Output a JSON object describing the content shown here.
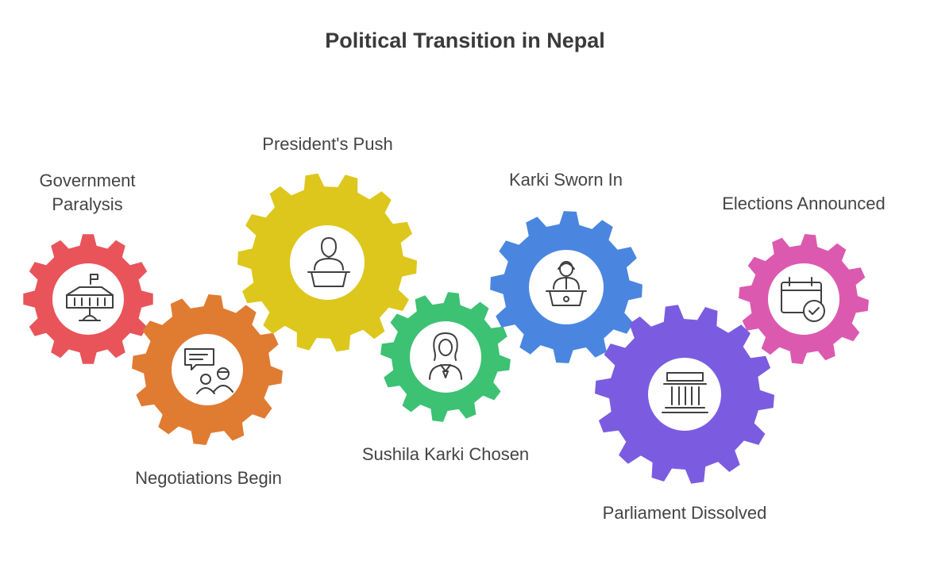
{
  "title": "Political Transition in Nepal",
  "steps": [
    {
      "label_lines": [
        "Government",
        "Paralysis"
      ],
      "color": "#E8545A",
      "icon": "government-building-icon"
    },
    {
      "label_lines": [
        "Negotiations Begin"
      ],
      "color": "#E07B32",
      "icon": "negotiation-chat-icon"
    },
    {
      "label_lines": [
        "President's Push"
      ],
      "color": "#DDC71C",
      "icon": "podium-speaker-icon"
    },
    {
      "label_lines": [
        "Sushila Karki Chosen"
      ],
      "color": "#3DC173",
      "icon": "judge-icon"
    },
    {
      "label_lines": [
        "Karki Sworn In"
      ],
      "color": "#4A86E0",
      "icon": "woman-at-podium-icon"
    },
    {
      "label_lines": [
        "Parliament Dissolved"
      ],
      "color": "#7B5CE0",
      "icon": "parliament-building-icon"
    },
    {
      "label_lines": [
        "Elections Announced"
      ],
      "color": "#DB5AAF",
      "icon": "calendar-check-icon"
    }
  ]
}
